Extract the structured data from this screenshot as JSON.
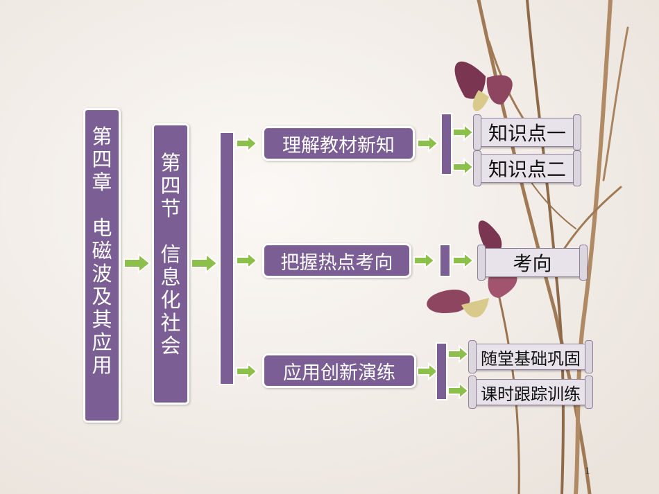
{
  "chapter": {
    "label": "第\n四\n章\n\n电\n磁\n波\n及\n其\n应\n用"
  },
  "section": {
    "label": "第\n四\n节\n\n信\n息\n化\n社\n会"
  },
  "branches": [
    {
      "label": "理解教材新知",
      "children": [
        "知识点一",
        "知识点二"
      ]
    },
    {
      "label": "把握热点考向",
      "children": [
        "考向"
      ]
    },
    {
      "label": "应用创新演练",
      "children": [
        "随堂基础巩固",
        "课时跟踪训练"
      ]
    }
  ],
  "page_number": "1",
  "colors": {
    "box_purple": "#7b5f94",
    "arrow_green": "#8dc04a",
    "scroll_fill": "#e8e3ea"
  },
  "icons": [
    "arrow-right-icon",
    "branch-icon",
    "butterfly-icon"
  ]
}
